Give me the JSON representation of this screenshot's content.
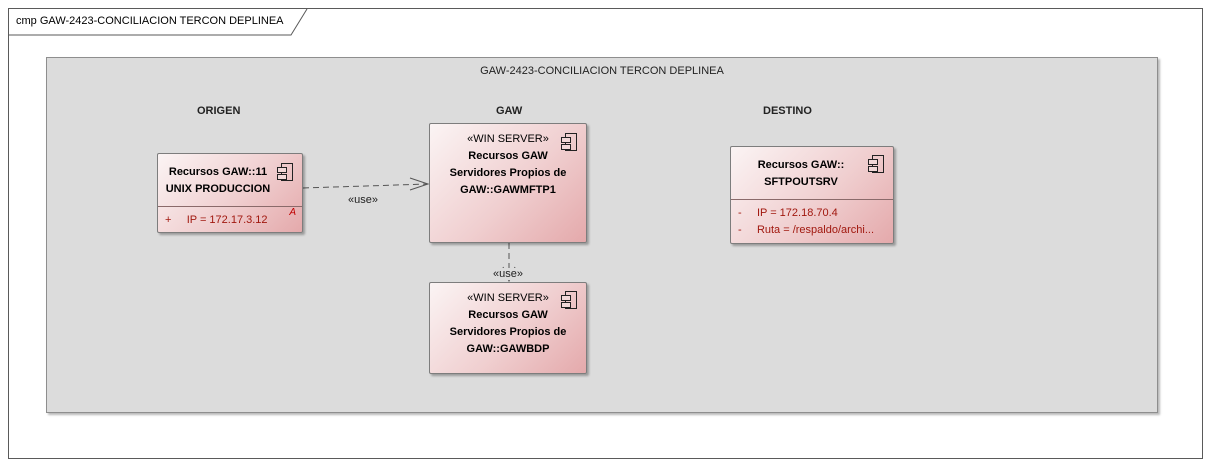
{
  "frame": {
    "title": "cmp GAW-2423-CONCILIACION TERCON DEPLINEA"
  },
  "package": {
    "title": "GAW-2423-CONCILIACION TERCON DEPLINEA"
  },
  "lanes": {
    "origen": "ORIGEN",
    "gaw": "GAW",
    "destino": "DESTINO"
  },
  "components": {
    "unix": {
      "name_line1": "Recursos GAW::11",
      "name_line2": "UNIX PRODUCCION",
      "abstract_marker": "A",
      "attrs": [
        "+     IP = 172.17.3.12"
      ]
    },
    "gawmftp1": {
      "stereotype": "«WIN SERVER»",
      "name_line1": "Recursos GAW",
      "name_line2": "Servidores Propios de",
      "name_line3": "GAW::GAWMFTP1"
    },
    "gawbdp": {
      "stereotype": "«WIN SERVER»",
      "name_line1": "Recursos GAW",
      "name_line2": "Servidores Propios de",
      "name_line3": "GAW::GAWBDP"
    },
    "sftpout": {
      "name_line1": "Recursos GAW::",
      "name_line2": "SFTPOUTSRV",
      "attrs": [
        "-     IP = 172.18.70.4",
        "-     Ruta = /respaldo/archi..."
      ]
    }
  },
  "relations": {
    "unix_to_mftp1": "«use»",
    "mftp1_to_bdp": "«use»"
  }
}
